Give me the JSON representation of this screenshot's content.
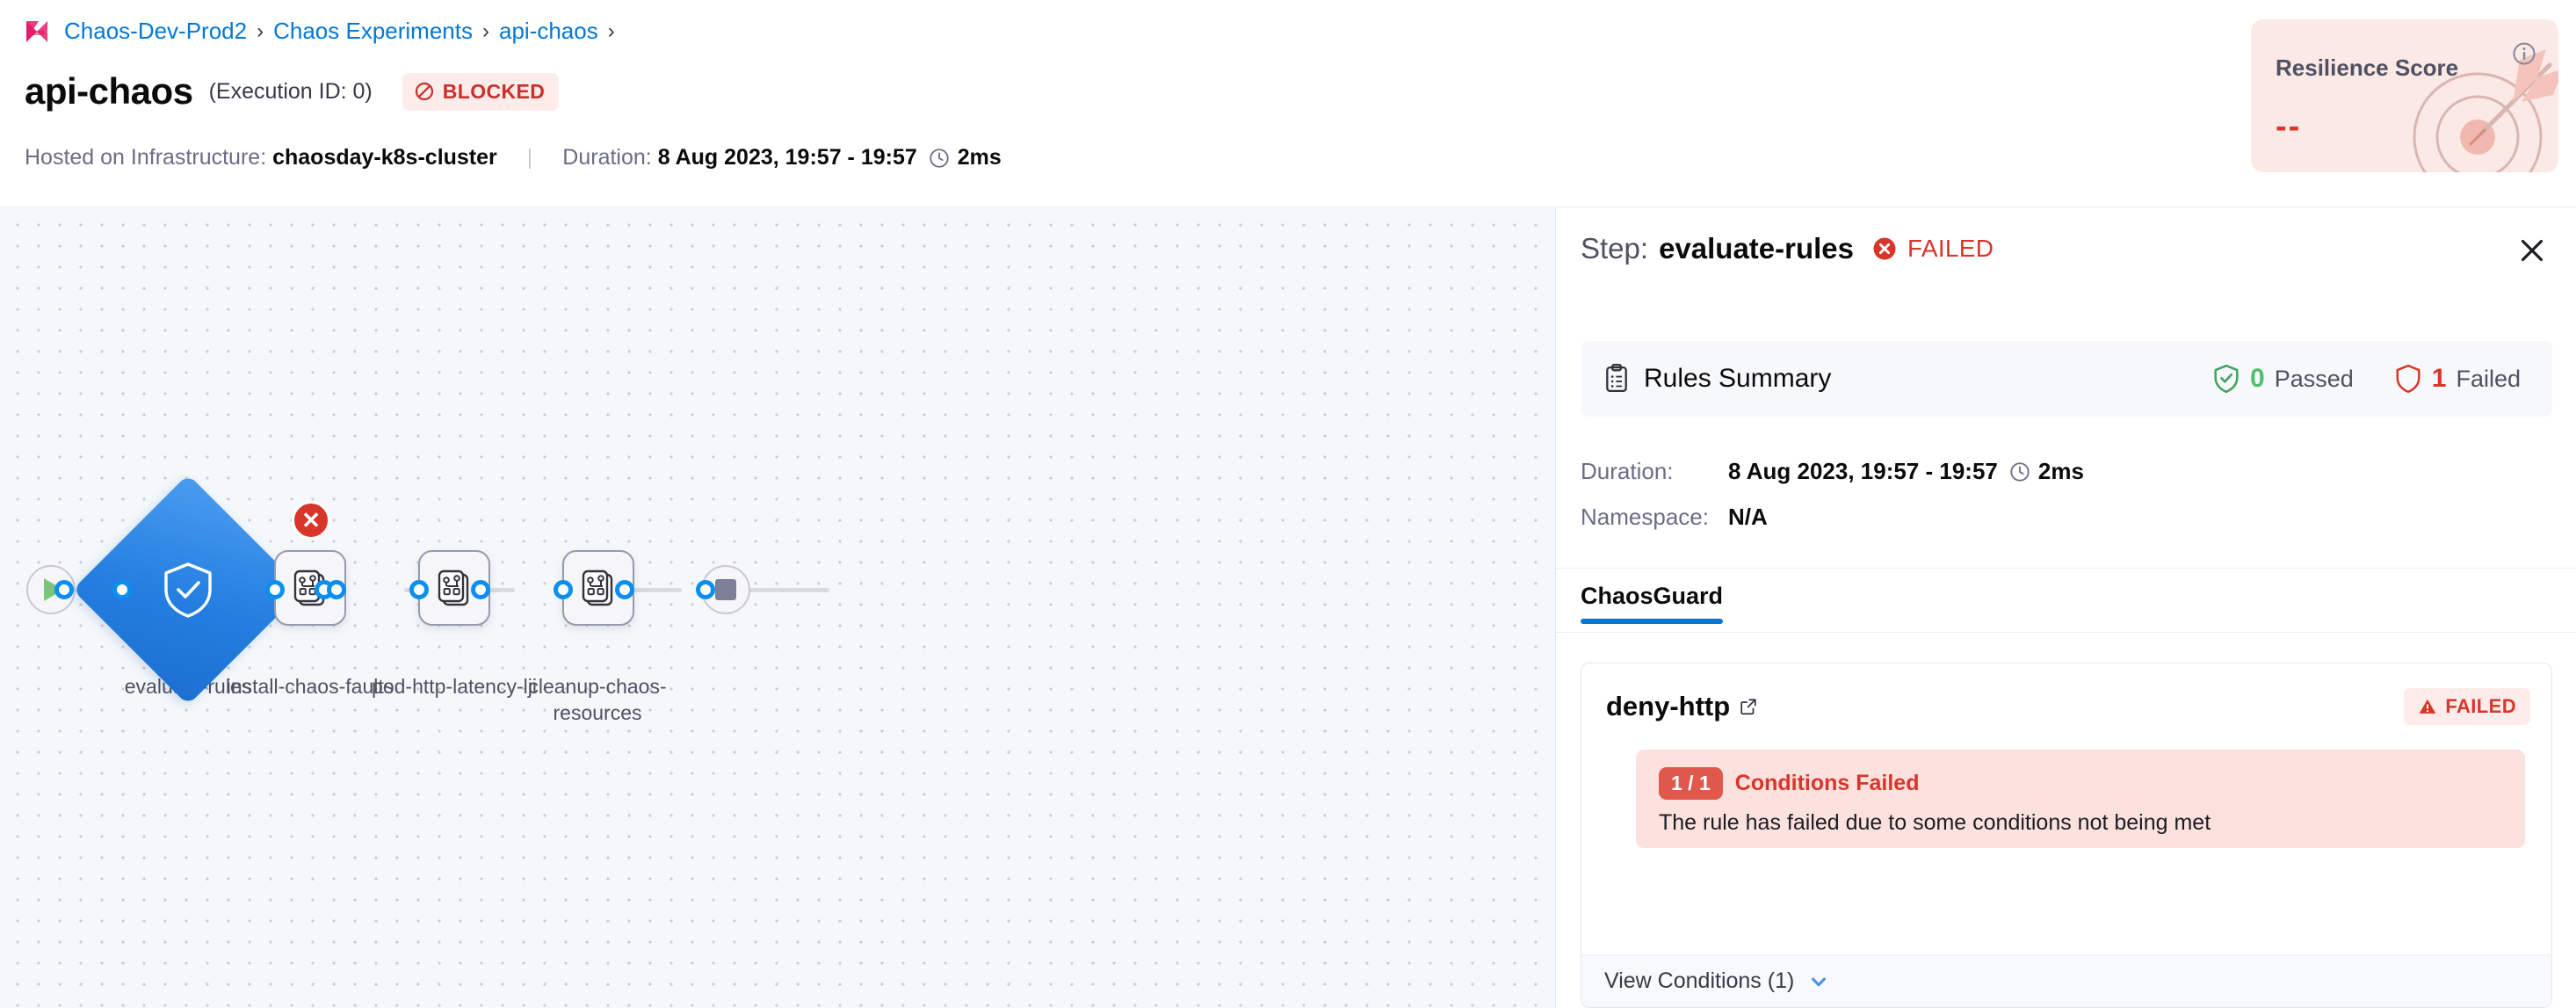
{
  "breadcrumb": {
    "logo_icon": "harness-logo-icon",
    "items": [
      "Chaos-Dev-Prod2",
      "Chaos Experiments",
      "api-chaos"
    ],
    "separator": "›"
  },
  "header": {
    "title": "api-chaos",
    "execution_id": "(Execution ID: 0)",
    "status_badge": {
      "label": "BLOCKED",
      "icon": "blocked-circle-icon",
      "color": "#c9302c",
      "bg": "#fdecea"
    },
    "infrastructure_label": "Hosted on Infrastructure:",
    "infrastructure_value": "chaosday-k8s-cluster",
    "divider": "|",
    "duration_label": "Duration:",
    "duration_value": "8 Aug 2023, 19:57 - 19:57",
    "duration_elapsed": "2ms",
    "clock_icon": "clock-icon"
  },
  "resilience": {
    "label": "Resilience Score",
    "value": "--",
    "info_icon": "info-icon",
    "art_icon": "target-dart-icon",
    "bg": "#fbe9e6",
    "value_color": "#d9352a"
  },
  "canvas": {
    "start_node": {
      "name": "start",
      "icon": "play-icon"
    },
    "end_node": {
      "name": "end",
      "icon": "stop-icon"
    },
    "nodes": [
      {
        "id": "evaluate-rules",
        "label": "evaluate-rules",
        "type": "diamond",
        "icon": "shield-check-icon",
        "status": "failed",
        "status_icon": "error-x-icon",
        "color": "#247fe0"
      },
      {
        "id": "install-chaos-faults",
        "label": "install-chaos-faults",
        "type": "step",
        "icon": "chaos-fault-icon"
      },
      {
        "id": "pod-http-latency-lji",
        "label": "pod-http-latency-lji",
        "type": "step",
        "icon": "chaos-fault-icon"
      },
      {
        "id": "cleanup-chaos-resources",
        "label": "cleanup-chaos-resources",
        "type": "step",
        "icon": "chaos-fault-icon"
      }
    ]
  },
  "panel": {
    "step_word": "Step:",
    "step_name": "evaluate-rules",
    "status": "FAILED",
    "status_icon": "error-x-icon",
    "close_icon": "close-icon",
    "rules_summary": {
      "icon": "clipboard-icon",
      "title": "Rules Summary",
      "passed_count": "0",
      "passed_label": "Passed",
      "passed_icon": "shield-check-icon",
      "failed_count": "1",
      "failed_label": "Failed",
      "failed_icon": "shield-outline-icon"
    },
    "details": [
      {
        "key": "Duration:",
        "value": "8 Aug 2023, 19:57 - 19:57",
        "elapsed": "2ms",
        "icon": "clock-icon"
      },
      {
        "key": "Namespace:",
        "value": "N/A"
      }
    ],
    "tabs": [
      {
        "label": "ChaosGuard",
        "active": true
      }
    ],
    "rule": {
      "name": "deny-http",
      "external_link_icon": "external-link-icon",
      "status_badge": {
        "label": "FAILED",
        "icon": "warning-triangle-icon"
      },
      "condition": {
        "pill": "1 / 1",
        "label": "Conditions Failed",
        "description": "The rule has failed due to some conditions not being met"
      },
      "view_conditions": {
        "label": "View Conditions (1)",
        "icon": "chevron-down-icon"
      }
    }
  },
  "colors": {
    "accent_blue": "#0278d5",
    "danger_red": "#d9352a",
    "success_green": "#4dc16e",
    "canvas_bg": "#f4f8fb"
  }
}
